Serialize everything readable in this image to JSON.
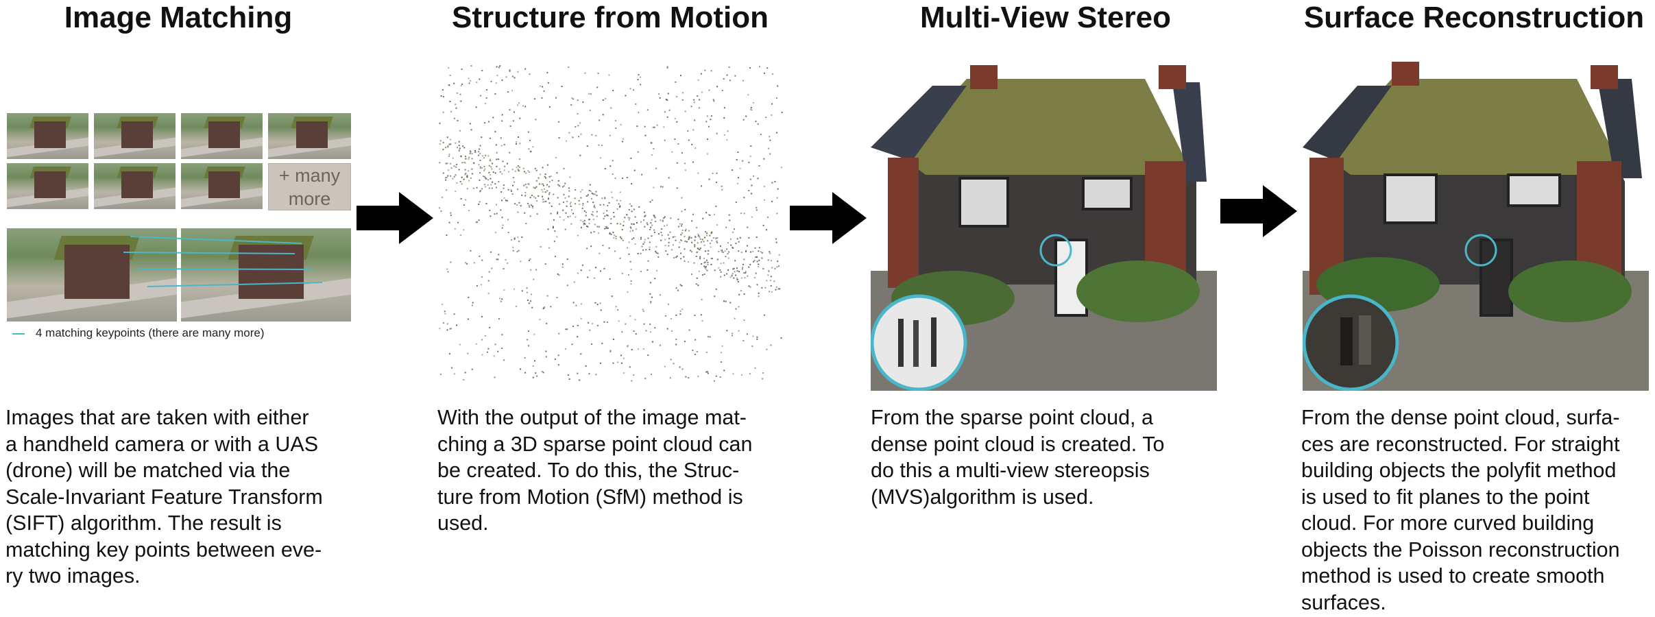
{
  "panels": [
    {
      "title": "Image Matching",
      "description": "Images that are taken with either\na handheld camera or with a UAS\n(drone) will be matched via the\nScale-Invariant Feature Transform\n(SIFT) algorithm. The result is\nmatching key points between eve-\nry two images."
    },
    {
      "title": "Structure from Motion",
      "description": "With the output of the image mat-\nching a 3D sparse point cloud can\nbe created. To do this, the Struc-\nture from Motion (SfM) method is\nused."
    },
    {
      "title": "Multi-View Stereo",
      "description": "From the sparse point cloud, a\ndense point cloud is created. To\ndo this a multi-view stereopsis\n(MVS)algorithm is used."
    },
    {
      "title": "Surface Reconstruction",
      "description": "From the dense point cloud, surfa-\nces are reconstructed. For straight\nbuilding objects the polyfit method\nis used to fit planes to the point\ncloud. For more curved building\nobjects the Poisson reconstruction\nmethod is used to create smooth\nsurfaces."
    }
  ],
  "thumbnails": {
    "more_label": "+ many\nmore"
  },
  "legend": {
    "label": "4 matching keypoints (there are many more)"
  },
  "colors": {
    "keypoint_line": "#49b7c9",
    "arrow": "#000000",
    "magnifier_ring": "#49b7c9"
  }
}
